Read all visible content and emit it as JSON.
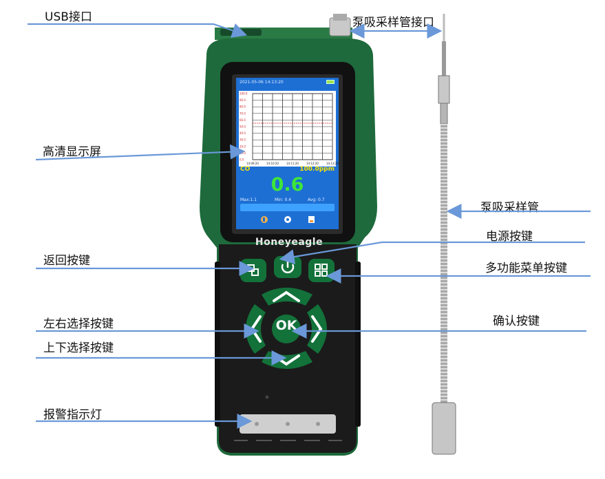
{
  "labels": {
    "usb_port": "USB接口",
    "pump_port": "泵吸采样管接口",
    "hd_screen": "高清显示屏",
    "pump_tube": "泵吸采样管",
    "power_key": "电源按键",
    "back_key": "返回按键",
    "menu_key": "多功能菜单按键",
    "lr_key": "左右选择按键",
    "confirm_key": "确认按键",
    "ud_key": "上下选择按键",
    "alarm_light": "报警指示灯"
  },
  "device": {
    "brand": "Honeyeagle",
    "ok_label": "OK",
    "body_color": "#1e6a3c",
    "button_color": "#13723a",
    "arrow_color": "#6a98d8"
  },
  "screen": {
    "datetime": "2021-05-06 14:13:20",
    "gas": "CO",
    "range": "100.0ppm",
    "value": "0.6",
    "max": "Max:1.1",
    "min": "Min:  0.4",
    "avg": "Avg:   0.7",
    "y_ticks": [
      "100.0",
      "90.0",
      "80.0",
      "70.0",
      "60.0",
      "50.0",
      "40.0",
      "30.0",
      "20.0",
      "10.0",
      "0.0"
    ],
    "x_ticks": [
      "14:09:20",
      "14:10:20",
      "14:11:20",
      "14:12:20",
      "14:13:20"
    ]
  }
}
